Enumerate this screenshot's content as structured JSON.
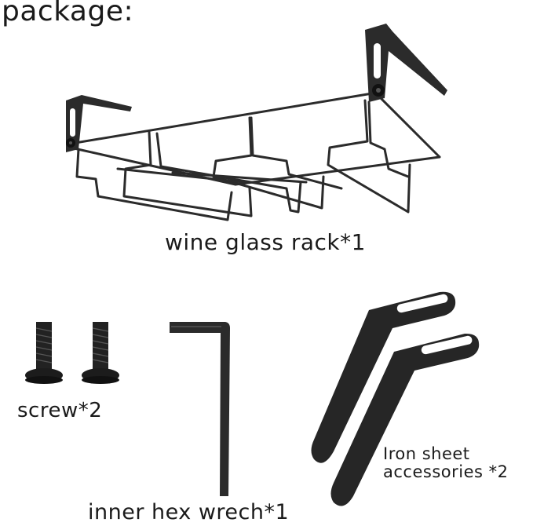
{
  "title": "package:",
  "items": {
    "rack": {
      "label": "wine glass rack*1"
    },
    "screw": {
      "label": "screw*2"
    },
    "wrench": {
      "label": "inner hex wrech*1"
    },
    "iron": {
      "label_line1": "Iron sheet",
      "label_line2": "accessories *2"
    }
  },
  "colors": {
    "metal": "#2b2b2b",
    "metal_dark": "#111111",
    "hole": "#ffffff"
  }
}
